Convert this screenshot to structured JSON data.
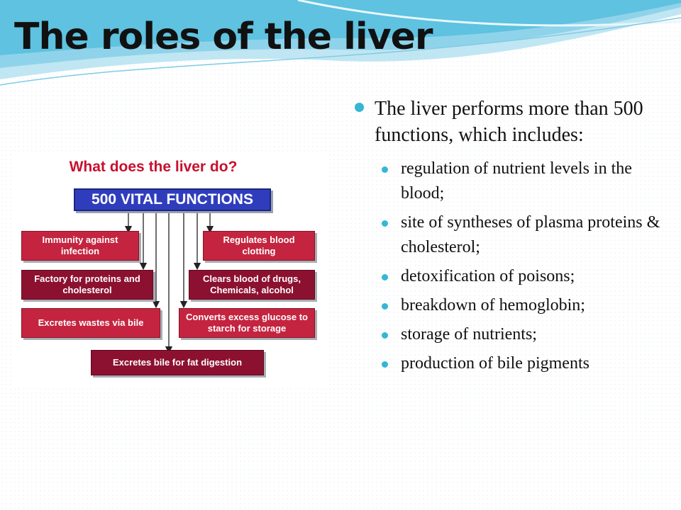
{
  "slide": {
    "title": "The roles of the liver"
  },
  "diagram": {
    "heading": "What does the liver do?",
    "main_box": "500 VITAL FUNCTIONS",
    "boxes": [
      "Immunity against infection",
      "Regulates blood clotting",
      "Factory for proteins and cholesterol",
      "Clears blood of drugs, Chemicals, alcohol",
      "Excretes wastes via bile",
      "Converts excess glucose to starch for storage",
      "Excretes bile for fat digestion"
    ]
  },
  "bullets": {
    "intro": "The liver performs more than 500 functions, which includes:",
    "items": [
      "regulation of nutrient levels in the blood;",
      "site of syntheses of plasma proteins & cholesterol;",
      "detoxification of poisons;",
      "breakdown of hemoglobin;",
      "storage of nutrients;",
      "production of bile pigments"
    ]
  },
  "colors": {
    "accent_bullet": "#35b6d4",
    "heading_red": "#c8102e",
    "main_blue": "#2f3dbd",
    "box_red": "#c4243f",
    "box_dark_red": "#8c1130"
  }
}
